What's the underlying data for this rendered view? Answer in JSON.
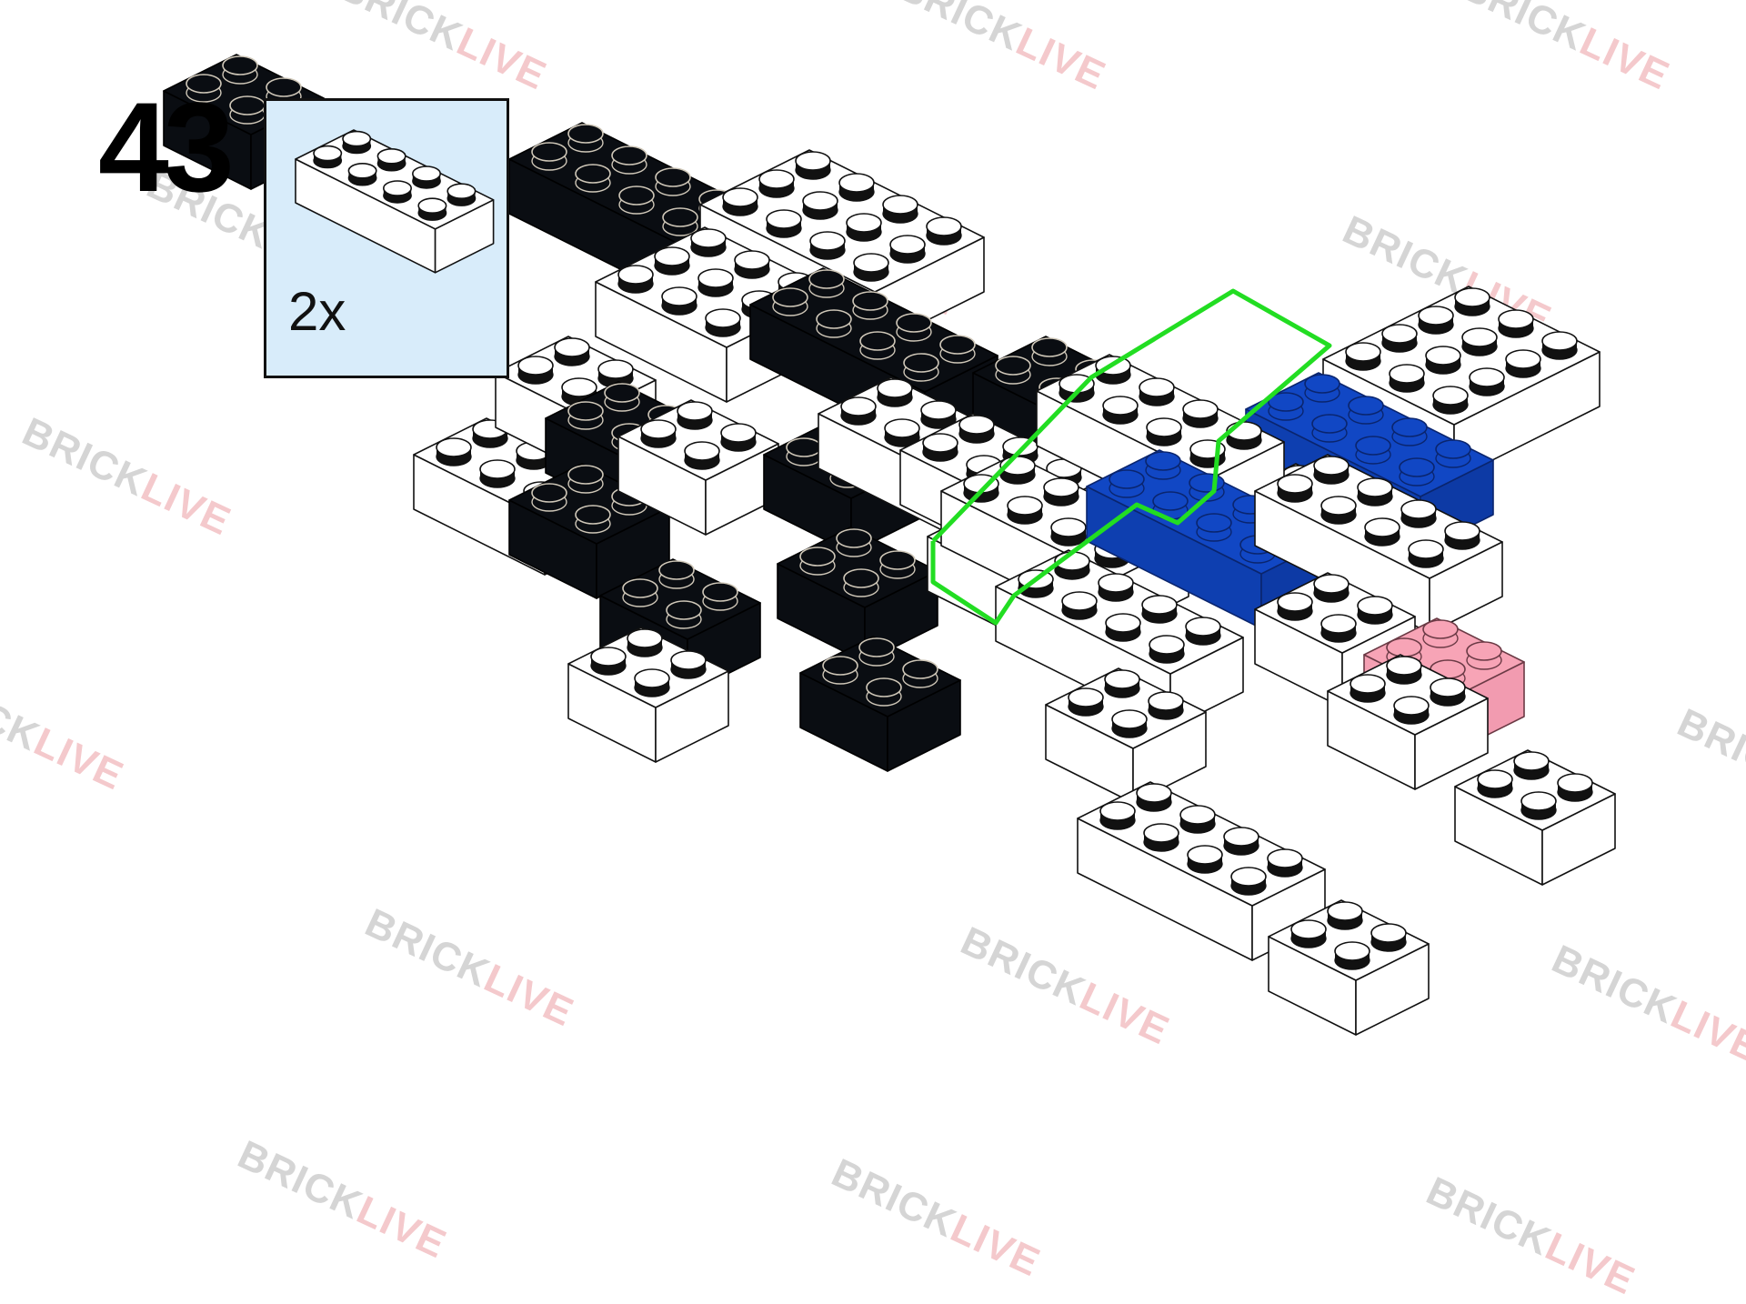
{
  "step": {
    "number": "43"
  },
  "callout": {
    "quantity": "2x",
    "part": "brick-2x4-white"
  },
  "watermark": {
    "part1": "BRICK",
    "part2": "LIVE"
  },
  "colors": {
    "white_brick": "#ffffff",
    "black_brick": "#0a0d12",
    "blue_brick": "#1147c4",
    "pink_brick": "#f7a4b6",
    "highlight": "#22dd22",
    "callout_bg": "#d8ecfa"
  }
}
